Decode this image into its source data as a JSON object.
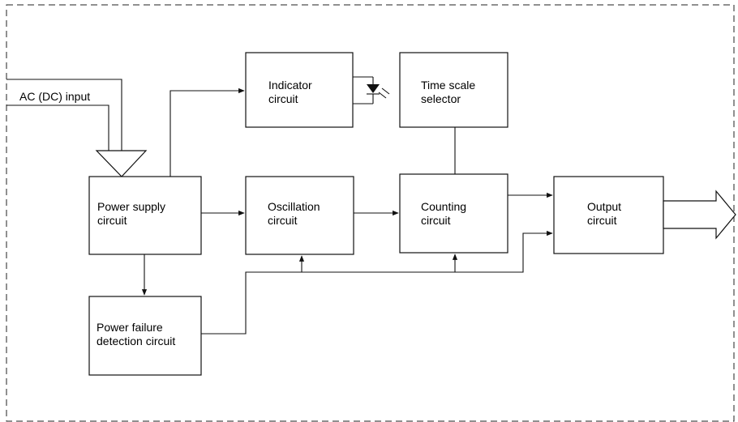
{
  "input_label": "AC (DC) input",
  "blocks": {
    "indicator": [
      "Indicator",
      "circuit"
    ],
    "time_scale": [
      "Time scale",
      "selector"
    ],
    "power_supply": [
      "Power supply",
      "circuit"
    ],
    "oscillation": [
      "Oscillation",
      "circuit"
    ],
    "counting": [
      "Counting",
      "circuit"
    ],
    "output": [
      "Output",
      "circuit"
    ],
    "power_failure": [
      "Power failure",
      "detection circuit"
    ]
  },
  "icons": {
    "input_arrow": "hollow-down-arrow-icon",
    "output_arrow": "hollow-right-arrow-icon",
    "indicator_led": "led-icon"
  }
}
